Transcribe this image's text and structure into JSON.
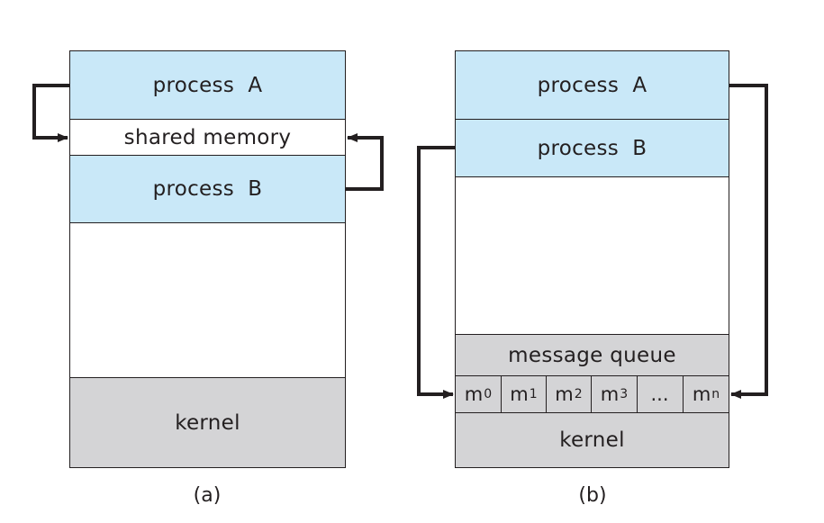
{
  "diagram_a": {
    "caption": "(a)",
    "segments": {
      "process_a": "process  A",
      "shared_memory": "shared memory",
      "process_b": "process  B",
      "kernel": "kernel"
    }
  },
  "diagram_b": {
    "caption": "(b)",
    "segments": {
      "process_a": "process  A",
      "process_b": "process  B",
      "message_queue": "message queue",
      "kernel": "kernel"
    },
    "queue_cells": [
      {
        "base": "m",
        "sub": "0"
      },
      {
        "base": "m",
        "sub": "1"
      },
      {
        "base": "m",
        "sub": "2"
      },
      {
        "base": "m",
        "sub": "3"
      },
      {
        "base": "...",
        "sub": ""
      },
      {
        "base": "m",
        "sub": "n"
      }
    ]
  }
}
